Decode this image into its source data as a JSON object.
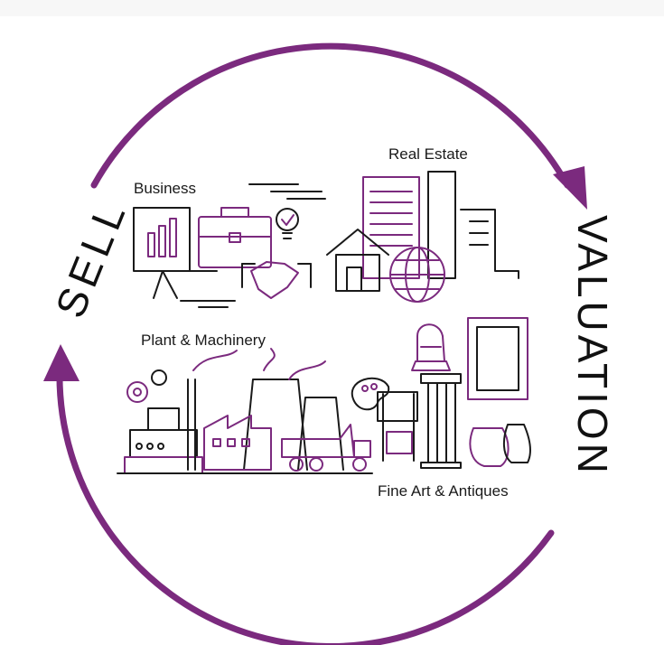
{
  "diagram": {
    "cycle_words": {
      "left": "SELL",
      "right": "VALUATION"
    },
    "categories": [
      {
        "id": "business",
        "label": "Business"
      },
      {
        "id": "real-estate",
        "label": "Real Estate"
      },
      {
        "id": "plant-machinery",
        "label": "Plant & Machinery"
      },
      {
        "id": "fine-art",
        "label": "Fine Art & Antiques"
      }
    ],
    "colors": {
      "accent": "#7b2a7e",
      "line": "#1a1a1a",
      "background": "#ffffff"
    },
    "icons": [
      "presentation-board-icon",
      "briefcase-icon",
      "lightbulb-icon",
      "handshake-icon",
      "office-building-icon",
      "house-icon",
      "globe-icon",
      "gear-icon",
      "factory-icon",
      "cooling-tower-icon",
      "dump-truck-icon",
      "machine-icon",
      "knight-helmet-icon",
      "palette-icon",
      "easel-icon",
      "column-icon",
      "picture-frame-icon",
      "vase-icon"
    ]
  }
}
